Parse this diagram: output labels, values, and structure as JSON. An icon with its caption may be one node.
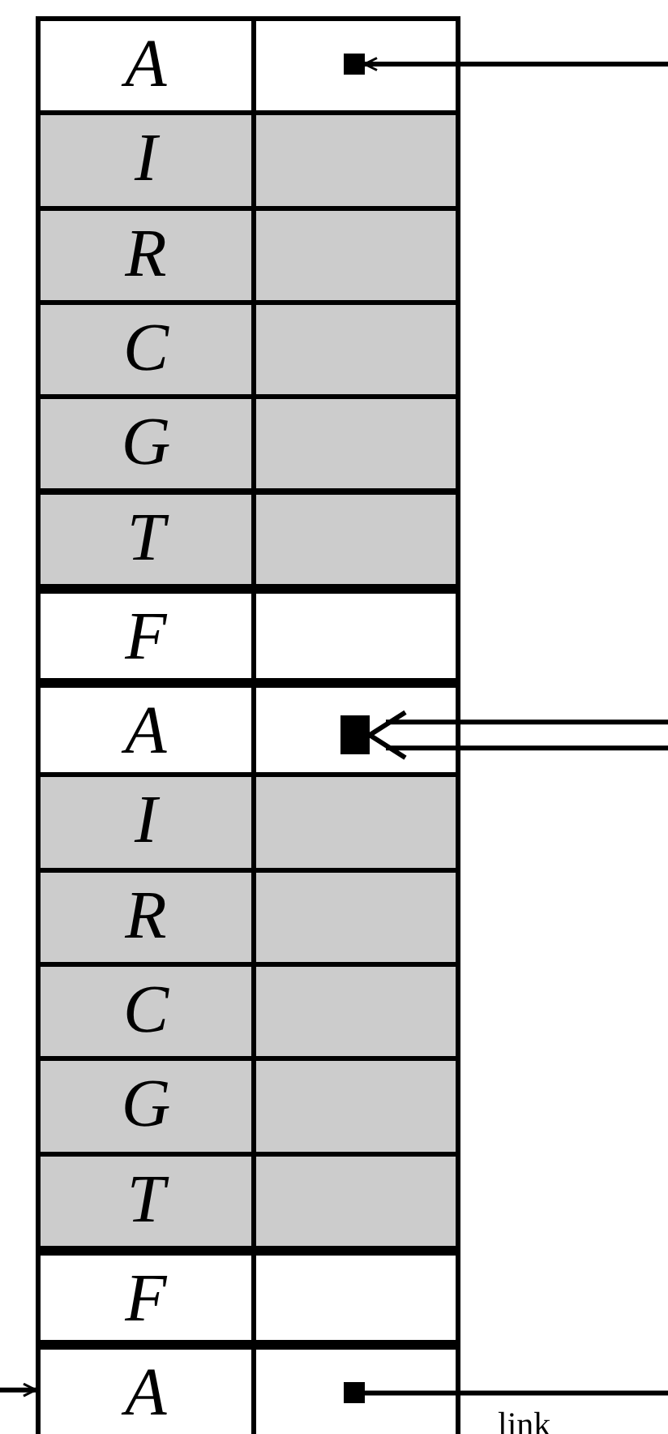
{
  "diagram": {
    "nodes": [
      {
        "text": [
          "A"
        ]
      },
      {
        "text": [],
        "shape": "box"
      },
      {
        "text": [],
        "shape": "box",
        "in": 1
      },
      {
        "text": [
          "I"
        ]
      },
      {
        "text": [],
        "shape": "box"
      },
      {
        "text": [
          "R"
        ]
      },
      {
        "text": [],
        "shape": "box"
      },
      {
        "text": [
          "C"
        ]
      },
      {
        "text": [],
        "shape": "box"
      },
      {
        "text": [
          "G"
        ]
      },
      {
        "text": [],
        "shape": "box"
      },
      {
        "text": [
          "T"
        ]
      },
      {
        "text": [],
        "shape": "box"
      },
      {
        "text": [
          "F"
        ]
      },
      {
        "text": [],
        "shape": "box"
      },
      {
        "text": [
          "A"
        ]
      },
      {
        "text": [],
        "shape": "box"
      },
      {
        "text": [],
        "shape": "box",
        "in": 16
      },
      {
        "text": [
          "I"
        ]
      },
      {
        "text": [],
        "shape": "box"
      },
      {
        "text": [
          "R"
        ]
      },
      {
        "text": [],
        "shape": "box"
      },
      {
        "text": [
          "C"
        ]
      },
      {
        "text": [],
        "shape": "box"
      },
      {
        "text": [
          "G"
        ]
      },
      {
        "text": [],
        "shape": "box"
      },
      {
        "text": [
          "T"
        ]
      },
      {
        "text": [],
        "shape": "box"
      },
      {
        "text": [
          "F"
        ]
      },
      {
        "text": [],
        "shape": "box"
      },
      {
        "text": [
          "A"
        ]
      },
      {
        "text": [],
        "shape": "box"
      },
      {
        "text": [],
        "shape": "box",
        "in": 31
      }
    ],
    "edges": [
      {
        "from": null,
        "to": 2,
        "arrow": "to"
      },
      {
        "from": null,
        "to": 17,
        "arrow": "to"
      },
      {
        "from": 32,
        "to": null,
        "arrow": "none",
        "label": "link"
      },
      {
        "from": null,
        "to": 30,
        "arrow": "to"
      }
    ]
  }
}
